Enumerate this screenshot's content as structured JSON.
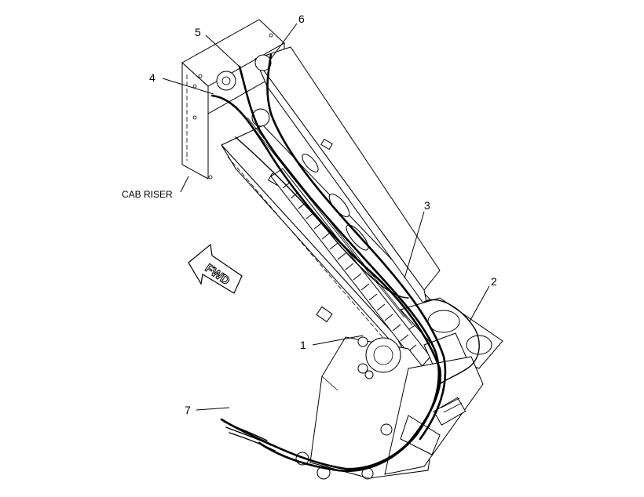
{
  "diagram": {
    "callouts": [
      {
        "id": "1",
        "text": "1"
      },
      {
        "id": "2",
        "text": "2"
      },
      {
        "id": "3",
        "text": "3"
      },
      {
        "id": "4",
        "text": "4"
      },
      {
        "id": "5",
        "text": "5"
      },
      {
        "id": "6",
        "text": "6"
      },
      {
        "id": "7",
        "text": "7"
      }
    ],
    "cab_riser_label": "CAB RISER",
    "direction_arrow_label": "FWD"
  }
}
